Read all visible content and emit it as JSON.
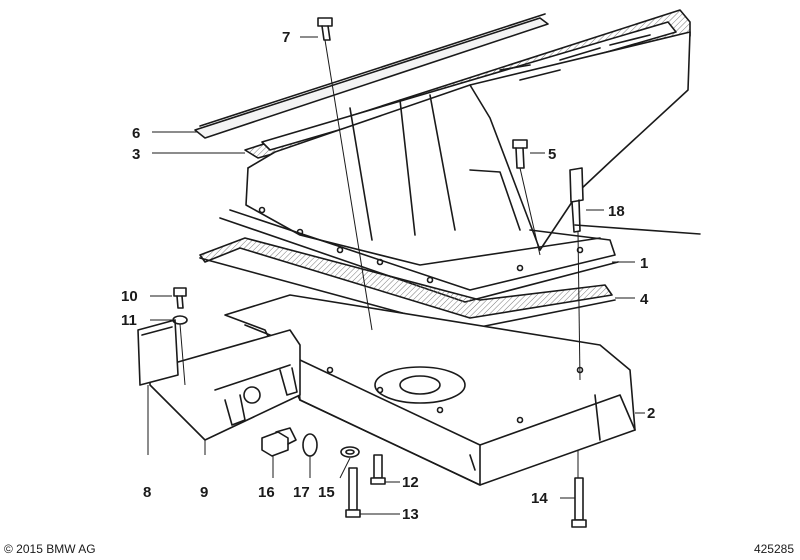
{
  "callouts": [
    "1",
    "2",
    "3",
    "4",
    "5",
    "6",
    "7",
    "8",
    "9",
    "10",
    "11",
    "12",
    "13",
    "14",
    "15",
    "16",
    "17",
    "18"
  ],
  "footer": {
    "copyright": "© 2015 BMW AG",
    "diagram_id": "425285"
  },
  "colors": {
    "line": "#1a1a1a",
    "background": "#ffffff",
    "gasket_hatch": "#7a7a7a"
  }
}
